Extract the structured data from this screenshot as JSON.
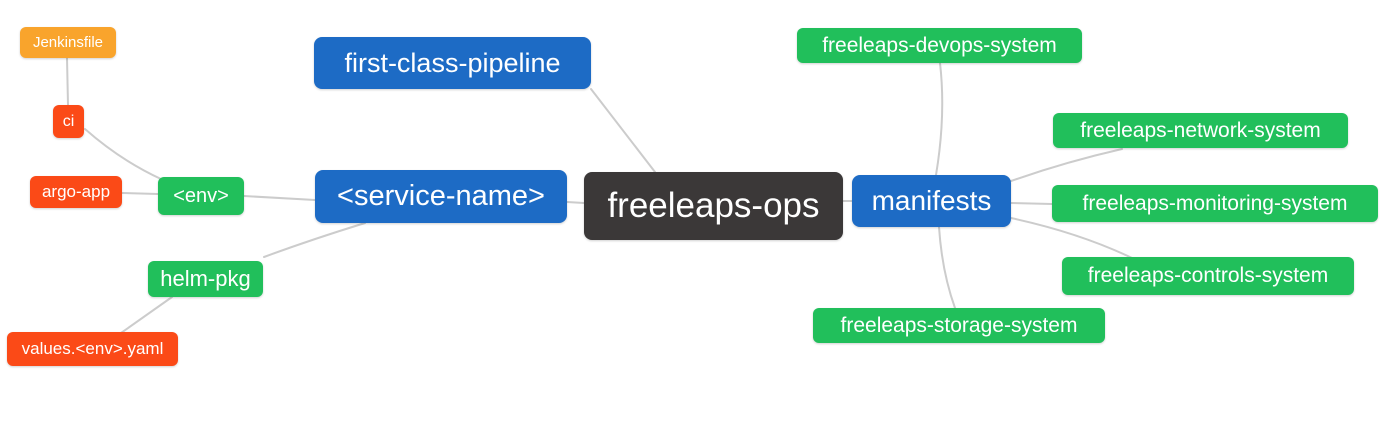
{
  "diagram": {
    "type": "mindmap",
    "root_label": "freeleaps-ops"
  },
  "palette": {
    "blue": "#1d6bc5",
    "green": "#21bf5b",
    "orange": "#f9a42c",
    "red": "#fb4a17",
    "dark": "#3b3838",
    "edge": "#cccccc",
    "background": "#ffffff",
    "node_text": "#ffffff"
  },
  "nodes": {
    "root": {
      "label": "freeleaps-ops",
      "color": "dark"
    },
    "pipeline": {
      "label": "first-class-pipeline",
      "color": "blue"
    },
    "service_name": {
      "label": "<service-name>",
      "color": "blue"
    },
    "manifests": {
      "label": "manifests",
      "color": "blue"
    },
    "env": {
      "label": "<env>",
      "color": "green"
    },
    "helm_pkg": {
      "label": "helm-pkg",
      "color": "green"
    },
    "ci": {
      "label": "ci",
      "color": "red"
    },
    "argo_app": {
      "label": "argo-app",
      "color": "red"
    },
    "jenkinsfile": {
      "label": "Jenkinsfile",
      "color": "orange"
    },
    "values_env_yaml": {
      "label": "values.<env>.yaml",
      "color": "red"
    },
    "devops_system": {
      "label": "freeleaps-devops-system",
      "color": "green"
    },
    "network_system": {
      "label": "freeleaps-network-system",
      "color": "green"
    },
    "monitoring_system": {
      "label": "freeleaps-monitoring-system",
      "color": "green"
    },
    "controls_system": {
      "label": "freeleaps-controls-system",
      "color": "green"
    },
    "storage_system": {
      "label": "freeleaps-storage-system",
      "color": "green"
    }
  },
  "edges": [
    {
      "from": "root",
      "to": "pipeline"
    },
    {
      "from": "root",
      "to": "service_name"
    },
    {
      "from": "root",
      "to": "manifests"
    },
    {
      "from": "service_name",
      "to": "env"
    },
    {
      "from": "service_name",
      "to": "helm_pkg"
    },
    {
      "from": "env",
      "to": "ci"
    },
    {
      "from": "env",
      "to": "argo_app"
    },
    {
      "from": "ci",
      "to": "jenkinsfile"
    },
    {
      "from": "helm_pkg",
      "to": "values_env_yaml"
    },
    {
      "from": "manifests",
      "to": "devops_system"
    },
    {
      "from": "manifests",
      "to": "network_system"
    },
    {
      "from": "manifests",
      "to": "monitoring_system"
    },
    {
      "from": "manifests",
      "to": "controls_system"
    },
    {
      "from": "manifests",
      "to": "storage_system"
    }
  ]
}
